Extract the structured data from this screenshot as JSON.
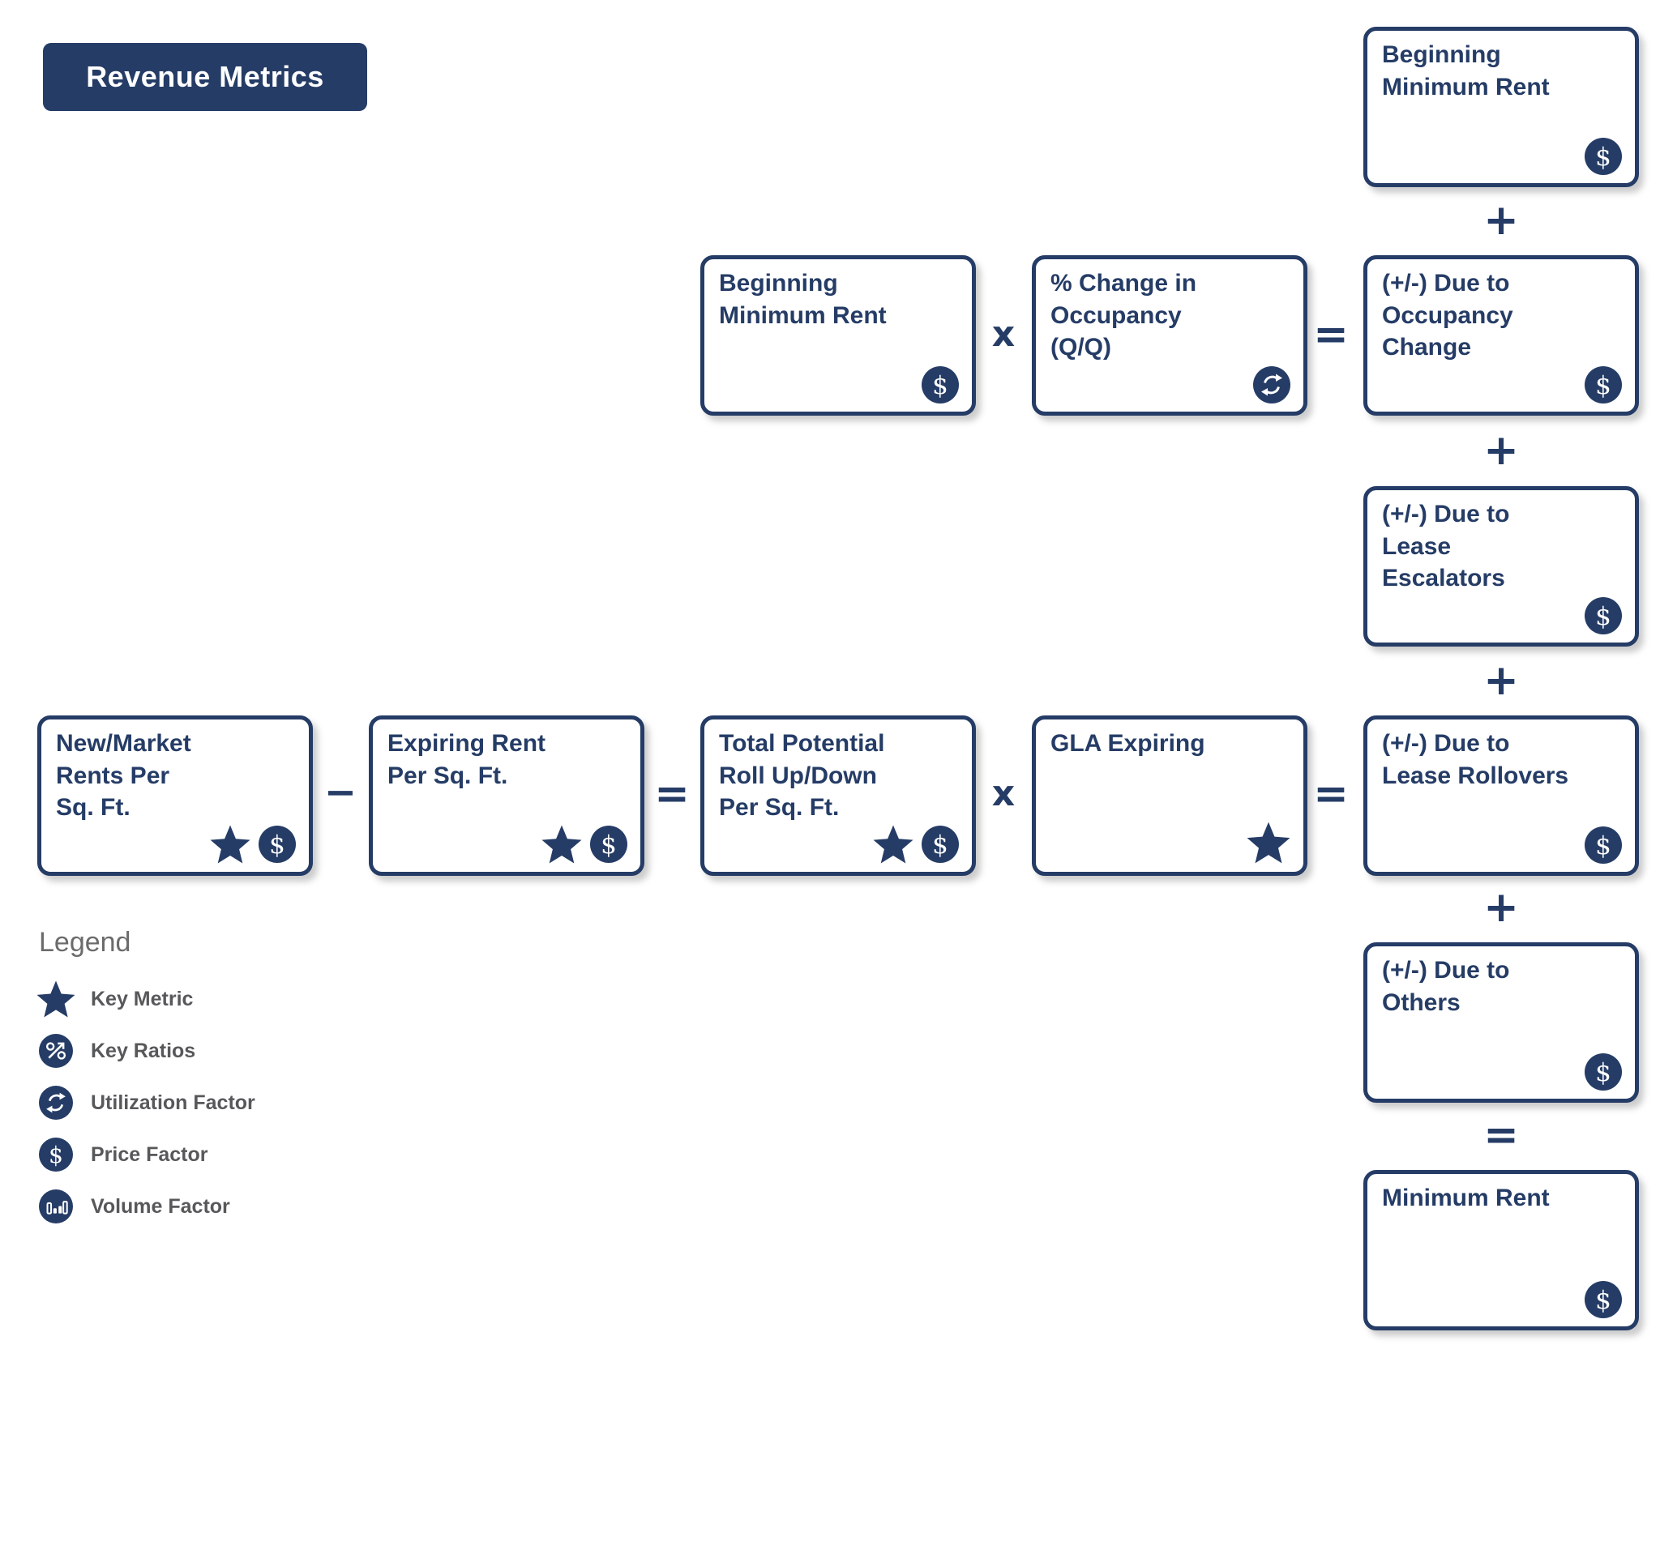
{
  "title": "Revenue Metrics",
  "colors": {
    "navy": "#253c66",
    "background": "#ffffff",
    "legend_title_gray": "#6b6b6b",
    "legend_text_gray": "#57585a"
  },
  "boxes": [
    {
      "label": "Beginning\nMinimum Rent",
      "icons": [
        "price-factor"
      ]
    },
    {
      "label": "Beginning\nMinimum Rent",
      "icons": [
        "price-factor"
      ]
    },
    {
      "label": "% Change in\nOccupancy\n(Q/Q)",
      "icons": [
        "utilization-factor"
      ]
    },
    {
      "label": "(+/-) Due to\nOccupancy\nChange",
      "icons": [
        "price-factor"
      ]
    },
    {
      "label": "(+/-) Due to\nLease\nEscalators",
      "icons": [
        "price-factor"
      ]
    },
    {
      "label": "New/Market\nRents Per\nSq. Ft.",
      "icons": [
        "key-metric",
        "price-factor"
      ]
    },
    {
      "label": "Expiring Rent\nPer Sq. Ft.",
      "icons": [
        "key-metric",
        "price-factor"
      ]
    },
    {
      "label": "Total Potential\nRoll Up/Down\nPer Sq. Ft.",
      "icons": [
        "key-metric",
        "price-factor"
      ]
    },
    {
      "label": "GLA Expiring",
      "icons": [
        "key-metric"
      ]
    },
    {
      "label": "(+/-) Due to\nLease Rollovers",
      "icons": [
        "price-factor"
      ]
    },
    {
      "label": "(+/-) Due to\nOthers",
      "icons": [
        "price-factor"
      ]
    },
    {
      "label": "Minimum Rent",
      "icons": [
        "price-factor"
      ]
    }
  ],
  "operators": [
    {
      "glyph": "+"
    },
    {
      "glyph": "x"
    },
    {
      "glyph": "="
    },
    {
      "glyph": "+"
    },
    {
      "glyph": "+"
    },
    {
      "glyph": "−"
    },
    {
      "glyph": "="
    },
    {
      "glyph": "x"
    },
    {
      "glyph": "="
    },
    {
      "glyph": "+"
    },
    {
      "glyph": "="
    }
  ],
  "legend": {
    "title": "Legend",
    "items": [
      {
        "icon": "key-metric-star-icon",
        "label": "Key Metric"
      },
      {
        "icon": "key-ratios-percent-icon",
        "label": "Key Ratios"
      },
      {
        "icon": "utilization-factor-icon",
        "label": "Utilization Factor"
      },
      {
        "icon": "price-factor-dollar-icon",
        "label": "Price Factor"
      },
      {
        "icon": "volume-factor-bars-icon",
        "label": "Volume Factor"
      }
    ]
  }
}
